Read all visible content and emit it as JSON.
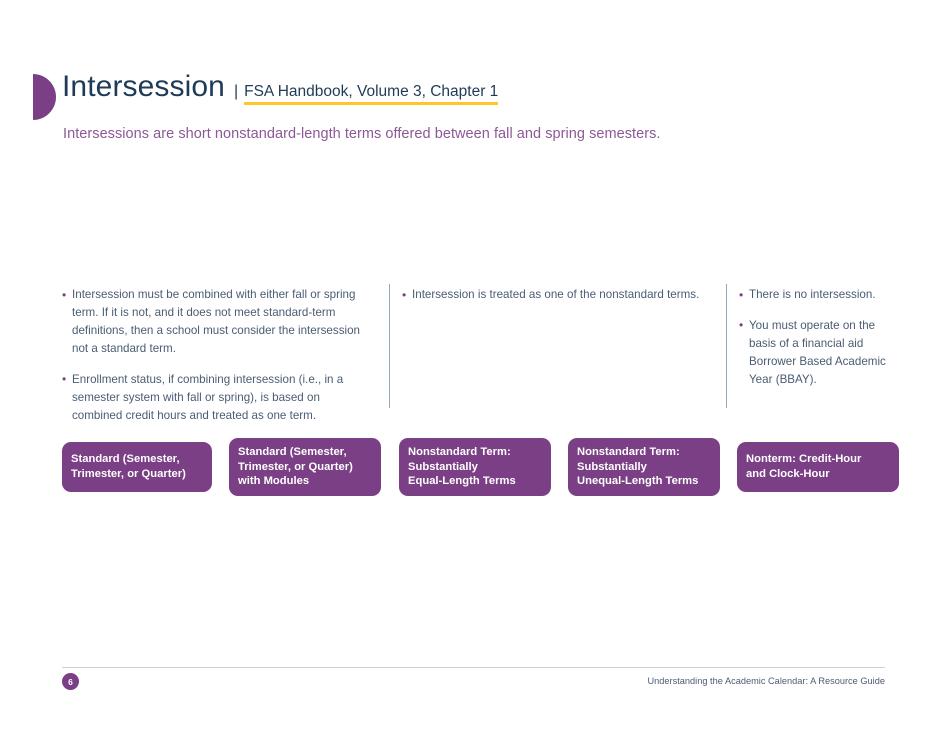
{
  "header": {
    "title": "Intersession",
    "separator": "|",
    "subtitle": "FSA Handbook, Volume 3, Chapter 1",
    "underline_color": "#FFC629",
    "title_color": "#1F3B57",
    "marker_color": "#7B3F86"
  },
  "intro": {
    "text": "Intersessions are short nonstandard-length terms offered between fall and spring semesters.",
    "color": "#8C5896"
  },
  "categories": [
    {
      "label": "Standard (Semester,\nTrimester, or Quarter)"
    },
    {
      "label": "Standard (Semester,\nTrimester, or Quarter)\nwith Modules"
    },
    {
      "label": "Nonstandard Term:\nSubstantially\nEqual-Length Terms"
    },
    {
      "label": "Nonstandard Term:\nSubstantially\nUnequal-Length Terms"
    },
    {
      "label": "Nonterm: Credit-Hour\nand Clock-Hour"
    }
  ],
  "category_box_color": "#7B3F86",
  "columns": [
    {
      "bullets": [
        "Intersession must be combined with either fall or spring term. If it is not, and it does not meet standard-term definitions, then a school must consider the intersession not a standard term.",
        "Enrollment status, if combining intersession (i.e., in a semester system with fall or spring), is based on combined credit hours and treated as one term."
      ]
    },
    {
      "bullets": [
        "Intersession is treated as one of the nonstandard terms."
      ]
    },
    {
      "bullets": [
        "There is no intersession.",
        "You must operate on the basis of a financial aid Borrower Based Academic Year (BBAY)."
      ]
    }
  ],
  "footer": {
    "page_number": "6",
    "text": "Understanding the Academic Calendar: A Resource Guide",
    "badge_color": "#7B3F86"
  }
}
